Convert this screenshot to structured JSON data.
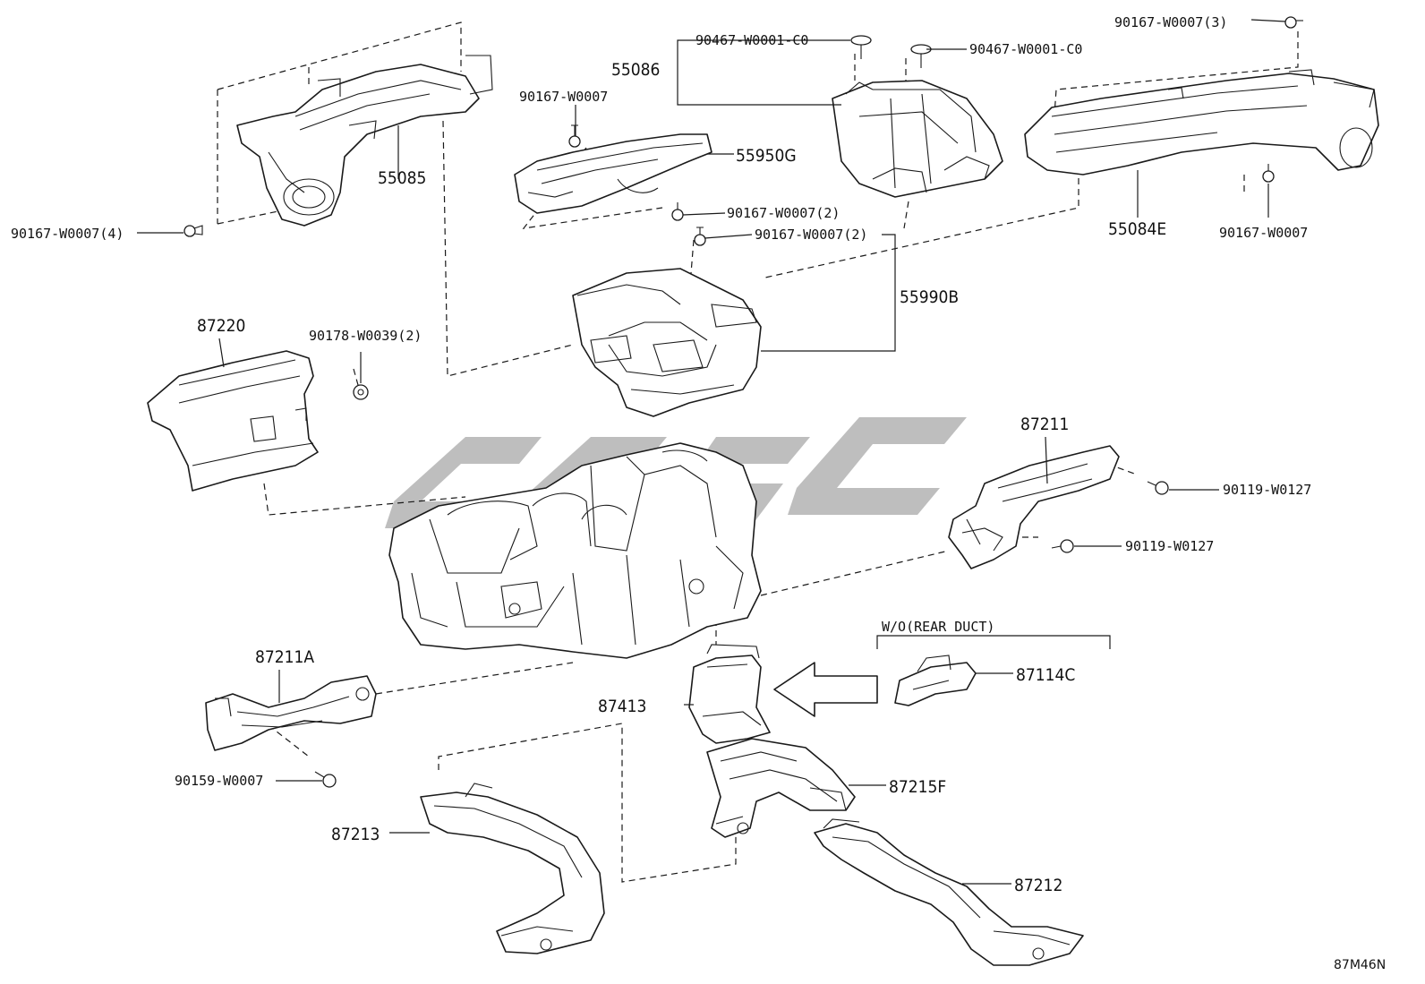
{
  "diagram_code": "87M46N",
  "watermark": "",
  "labels": {
    "p55085": "55085",
    "p55086": "55086",
    "p55950G": "55950G",
    "p55084E": "55084E",
    "p55990B": "55990B",
    "p87220": "87220",
    "p87211": "87211",
    "p87211A": "87211A",
    "p87114C": "87114C",
    "p87413": "87413",
    "p87215F": "87215F",
    "p87213": "87213",
    "p87212": "87212",
    "b_w0007_4": "90167-W0007(4)",
    "b_w0007_a": "90167-W0007",
    "b_w0007_2a": "90167-W0007(2)",
    "b_w0007_2b": "90167-W0007(2)",
    "b_w0007_3": "90167-W0007(3)",
    "b_w0007_b": "90167-W0007",
    "clip_c0_a": "90467-W0001-C0",
    "clip_c0_b": "90467-W0001-C0",
    "nut_w0039": "90178-W0039(2)",
    "b_w0127_a": "90119-W0127",
    "b_w0127_b": "90119-W0127",
    "b_w0007_159": "90159-W0007",
    "note_rear_duct": "W/O(REAR DUCT)"
  },
  "colors": {
    "line": "#1a1a1a",
    "watermark": "#b3b3b3",
    "background": "#ffffff"
  }
}
